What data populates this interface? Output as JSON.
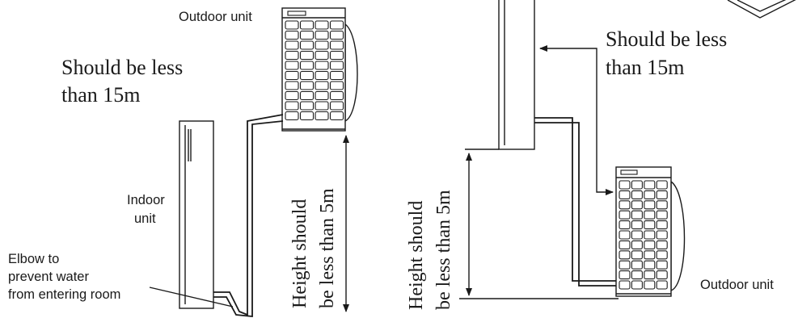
{
  "left_diagram": {
    "outdoor_unit_label": "Outdoor unit",
    "distance_line1": "Should be less",
    "distance_line2": "than 15m",
    "indoor_unit_line1": "Indoor",
    "indoor_unit_line2": "unit",
    "elbow_line1": "Elbow to",
    "elbow_line2": "prevent water",
    "elbow_line3": "from entering room",
    "height_line1": "Height  should",
    "height_line2": "be less than 5m"
  },
  "right_diagram": {
    "distance_line1": "Should be less",
    "distance_line2": "than 15m",
    "height_line1": "Height  should",
    "height_line2": "be less than 5m",
    "outdoor_unit_label": "Outdoor unit"
  },
  "colors": {
    "ink": "#1a1a1a",
    "background": "#ffffff"
  }
}
